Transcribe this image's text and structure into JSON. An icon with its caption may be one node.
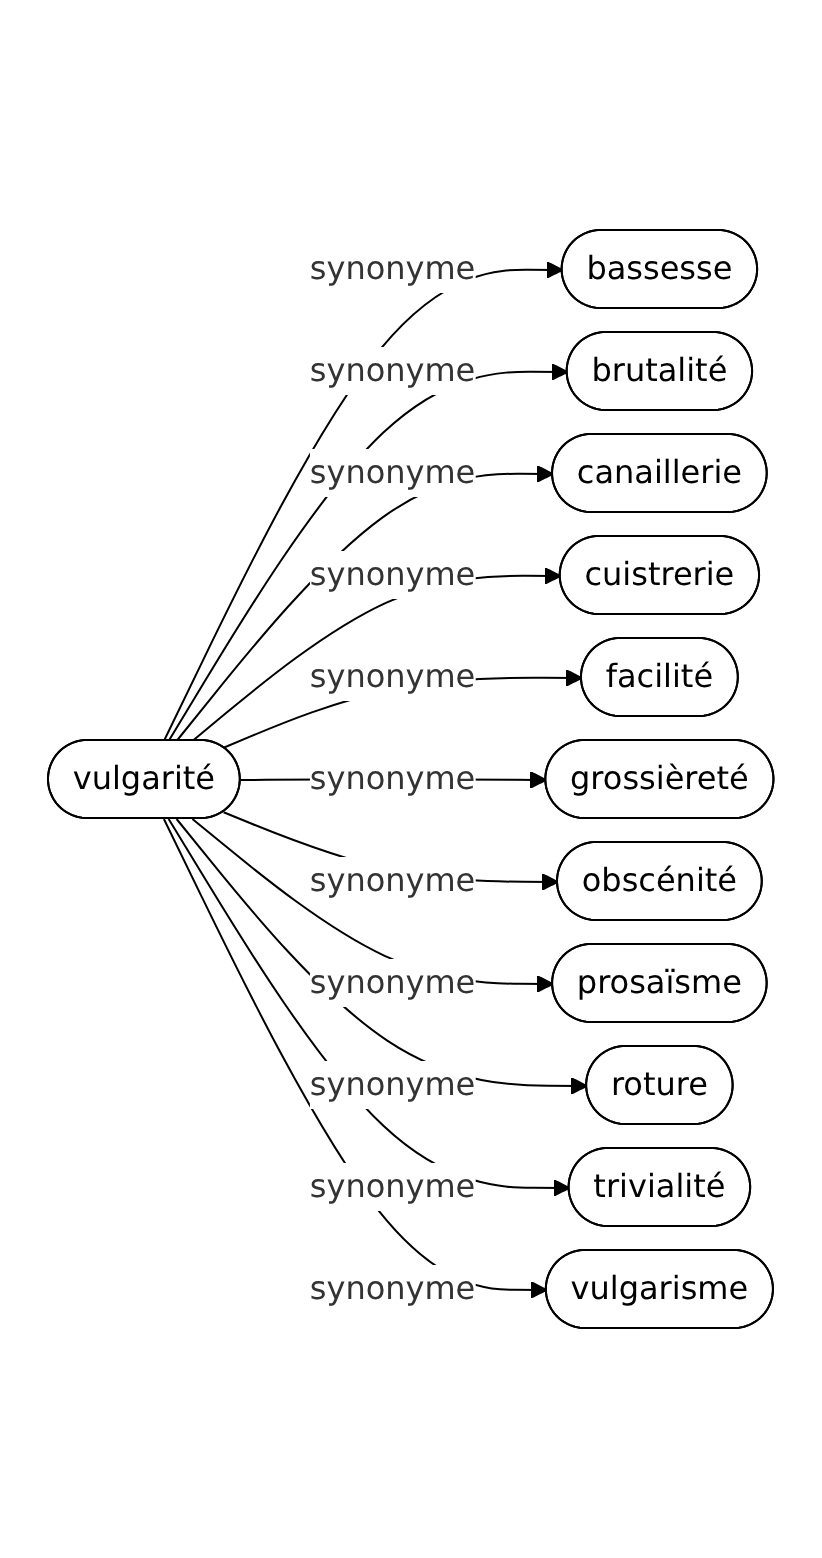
{
  "diagram": {
    "nodes": [
      {
        "text": [
          "vulgarité"
        ]
      },
      {
        "text": [
          "bassesse"
        ]
      },
      {
        "text": [
          "brutalité"
        ]
      },
      {
        "text": [
          "canaillerie"
        ]
      },
      {
        "text": [
          "cuistrerie"
        ]
      },
      {
        "text": [
          "facilité"
        ]
      },
      {
        "text": [
          "grossièreté"
        ]
      },
      {
        "text": [
          "obscénité"
        ]
      },
      {
        "text": [
          "prosaïsme"
        ]
      },
      {
        "text": [
          "roture"
        ]
      },
      {
        "text": [
          "trivialité"
        ]
      },
      {
        "text": [
          "vulgarisme"
        ]
      }
    ],
    "edges": [
      {
        "from": 0,
        "to": 1,
        "arrow": "to",
        "label": "synonyme"
      },
      {
        "from": 0,
        "to": 2,
        "arrow": "to",
        "label": "synonyme"
      },
      {
        "from": 0,
        "to": 3,
        "arrow": "to",
        "label": "synonyme"
      },
      {
        "from": 0,
        "to": 4,
        "arrow": "to",
        "label": "synonyme"
      },
      {
        "from": 0,
        "to": 5,
        "arrow": "to",
        "label": "synonyme"
      },
      {
        "from": 0,
        "to": 6,
        "arrow": "to",
        "label": "synonyme"
      },
      {
        "from": 0,
        "to": 7,
        "arrow": "to",
        "label": "synonyme"
      },
      {
        "from": 0,
        "to": 8,
        "arrow": "to",
        "label": "synonyme"
      },
      {
        "from": 0,
        "to": 9,
        "arrow": "to",
        "label": "synonyme"
      },
      {
        "from": 0,
        "to": 10,
        "arrow": "to",
        "label": "synonyme"
      },
      {
        "from": 0,
        "to": 11,
        "arrow": "to",
        "label": "synonyme"
      }
    ]
  }
}
